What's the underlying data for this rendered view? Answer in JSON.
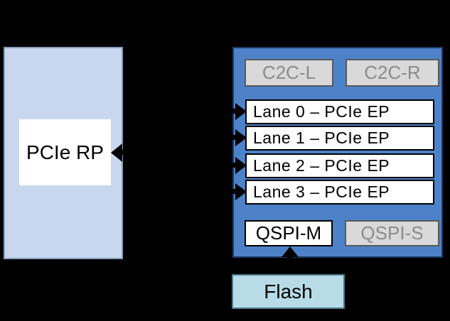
{
  "host": {
    "pcie_rp": "PCIe RP"
  },
  "device": {
    "c2c_l": "C2C-L",
    "c2c_r": "C2C-R",
    "lanes": [
      "Lane 0 – PCIe EP",
      "Lane 1 – PCIe EP",
      "Lane 2 – PCIe EP",
      "Lane 3 – PCIe EP"
    ],
    "qspi_m": "QSPI-M",
    "qspi_s": "QSPI-S"
  },
  "flash": {
    "label": "Flash"
  },
  "colors": {
    "background": "#000000",
    "host_fill": "#C9D7EE",
    "host_border": "#8D9FBE",
    "device_fill": "#4E82C8",
    "device_border": "#1B3A63",
    "active_box_fill": "#FFFFFF",
    "active_text": "#000000",
    "inactive_box_fill": "#D9D9D9",
    "inactive_box_border": "#58595B",
    "inactive_text": "#8A8B8D",
    "flash_fill": "#B7DCE7",
    "flash_border": "#4E7A8C",
    "arrow": "#000000"
  }
}
